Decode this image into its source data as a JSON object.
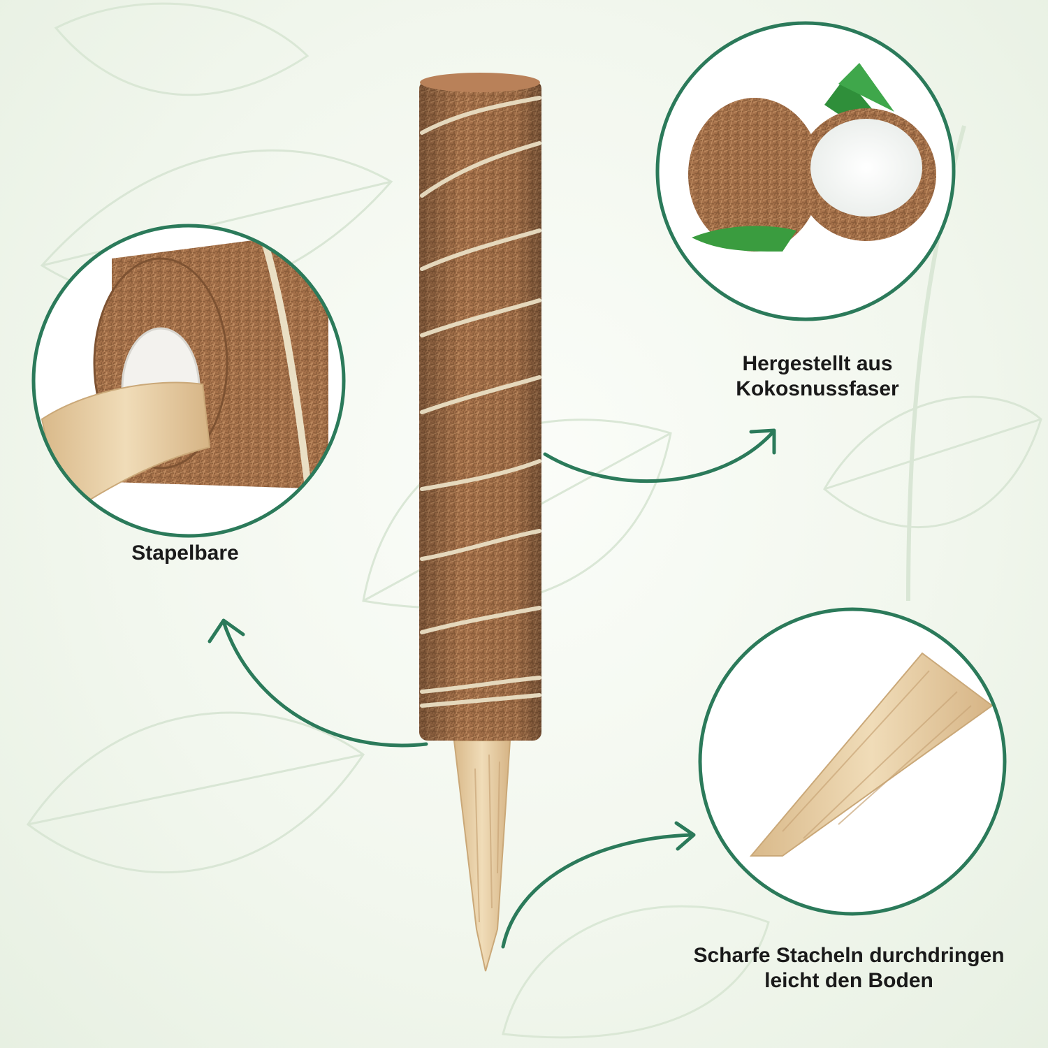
{
  "labels": {
    "stackable": "Stapelbare",
    "coco_line1": "Hergestellt aus",
    "coco_line2": "Kokosnussfaser",
    "spike_line1": "Scharfe Stacheln durchdringen",
    "spike_line2": "leicht den Boden"
  },
  "colors": {
    "ring": "#2b7a5a",
    "arrow": "#2b7a5a",
    "coir": "#a5714a",
    "twine": "#e8dcc0",
    "wood": "#e9cfa4",
    "text": "#1a1a1a"
  },
  "icons": {
    "arrow_to_stack": "curved-arrow-icon",
    "arrow_to_coco": "curved-arrow-icon",
    "arrow_to_spike": "curved-arrow-icon"
  }
}
